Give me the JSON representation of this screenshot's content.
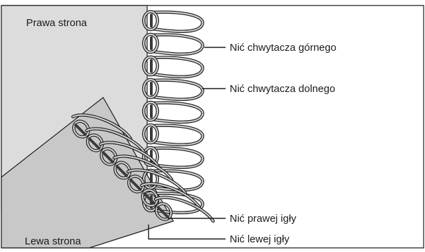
{
  "diagram": {
    "face_labels": {
      "right_side": "Prawa strona",
      "wrong_side": "Lewa strona"
    },
    "callouts": [
      {
        "id": "upper-looper",
        "text": "Nić chwytacza górnego"
      },
      {
        "id": "lower-looper",
        "text": "Nić chwytacza dolnego"
      },
      {
        "id": "right-needle",
        "text": "Nić prawej igły"
      },
      {
        "id": "left-needle",
        "text": "Nić lewej igły"
      }
    ],
    "colors": {
      "fabric_right": "#dcdcdc",
      "fabric_wrong": "#c8c8c8",
      "thread_fill": "#cfcfcf",
      "thread_outline": "#1a1a1a",
      "needle_thread": "#3a3a3a",
      "frame": "#1a1a1a"
    }
  }
}
